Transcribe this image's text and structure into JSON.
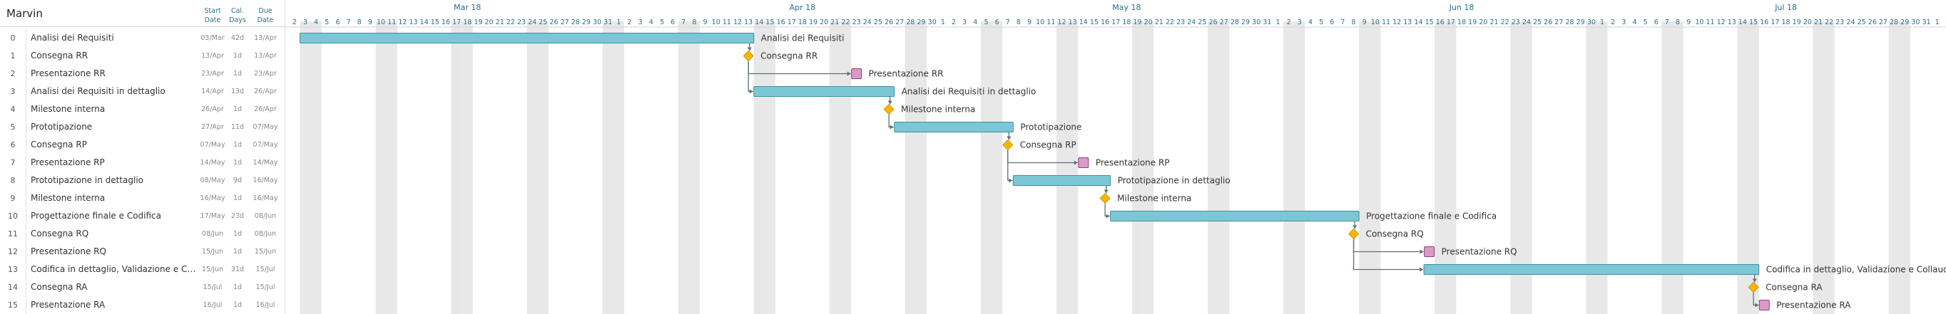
{
  "project": {
    "title": "Marvin"
  },
  "columns": {
    "start": [
      "Start",
      "Date"
    ],
    "days": [
      "Cal.",
      "Days"
    ],
    "due": [
      "Due",
      "Date"
    ]
  },
  "colors": {
    "task_bar": "#7cc7d6",
    "task_border": "#3f8ea1",
    "milestone": "#f7b500",
    "deliverable": "#d99ac7",
    "weekend": "#e8e8e8",
    "link": "#5f6f7a"
  },
  "timeline": {
    "months": [
      {
        "label": "Mar 18",
        "date": "2018-03-18"
      },
      {
        "label": "Apr 18",
        "date": "2018-04-18"
      },
      {
        "label": "May 18",
        "date": "2018-05-18"
      },
      {
        "label": "Jun 18",
        "date": "2018-06-18"
      },
      {
        "label": "Jul 18",
        "date": "2018-07-18"
      }
    ],
    "first_day": "2018-03-02",
    "last_day": "2018-08-03"
  },
  "tasks": [
    {
      "id": 0,
      "name": "Analisi dei Requisiti",
      "type": "task",
      "start": "2018-03-03",
      "end": "2018-04-13",
      "start_label": "03/Mar",
      "days": "42d",
      "due_label": "13/Apr"
    },
    {
      "id": 1,
      "name": "Consegna RR",
      "type": "milestone",
      "start": "2018-04-13",
      "end": "2018-04-13",
      "start_label": "13/Apr",
      "days": "1d",
      "due_label": "13/Apr",
      "after": 0
    },
    {
      "id": 2,
      "name": "Presentazione RR",
      "type": "deliverable",
      "start": "2018-04-23",
      "end": "2018-04-23",
      "start_label": "23/Apr",
      "days": "1d",
      "due_label": "23/Apr",
      "after": 1
    },
    {
      "id": 3,
      "name": "Analisi dei Requisiti in dettaglio",
      "type": "task",
      "start": "2018-04-14",
      "end": "2018-04-26",
      "start_label": "14/Apr",
      "days": "13d",
      "due_label": "26/Apr",
      "after": 1
    },
    {
      "id": 4,
      "name": "Milestone interna",
      "type": "milestone",
      "start": "2018-04-26",
      "end": "2018-04-26",
      "start_label": "26/Apr",
      "days": "1d",
      "due_label": "26/Apr",
      "after": 3
    },
    {
      "id": 5,
      "name": "Prototipazione",
      "type": "task",
      "start": "2018-04-27",
      "end": "2018-05-07",
      "start_label": "27/Apr",
      "days": "11d",
      "due_label": "07/May",
      "after": 4
    },
    {
      "id": 6,
      "name": "Consegna RP",
      "type": "milestone",
      "start": "2018-05-07",
      "end": "2018-05-07",
      "start_label": "07/May",
      "days": "1d",
      "due_label": "07/May",
      "after": 5
    },
    {
      "id": 7,
      "name": "Presentazione RP",
      "type": "deliverable",
      "start": "2018-05-14",
      "end": "2018-05-14",
      "start_label": "14/May",
      "days": "1d",
      "due_label": "14/May",
      "after": 6
    },
    {
      "id": 8,
      "name": "Prototipazione in dettaglio",
      "type": "task",
      "start": "2018-05-08",
      "end": "2018-05-16",
      "start_label": "08/May",
      "days": "9d",
      "due_label": "16/May",
      "after": 6
    },
    {
      "id": 9,
      "name": "Milestone interna",
      "type": "milestone",
      "start": "2018-05-16",
      "end": "2018-05-16",
      "start_label": "16/May",
      "days": "1d",
      "due_label": "16/May",
      "after": 8
    },
    {
      "id": 10,
      "name": "Progettazione finale e Codifica",
      "type": "task",
      "start": "2018-05-17",
      "end": "2018-06-08",
      "start_label": "17/May",
      "days": "23d",
      "due_label": "08/Jun",
      "after": 9
    },
    {
      "id": 11,
      "name": "Consegna RQ",
      "type": "milestone",
      "start": "2018-06-08",
      "end": "2018-06-08",
      "start_label": "08/Jun",
      "days": "1d",
      "due_label": "08/Jun",
      "after": 10
    },
    {
      "id": 12,
      "name": "Presentazione RQ",
      "type": "deliverable",
      "start": "2018-06-15",
      "end": "2018-06-15",
      "start_label": "15/Jun",
      "days": "1d",
      "due_label": "15/Jun",
      "after": 11
    },
    {
      "id": 13,
      "name": "Codifica in dettaglio, Validazione e Collaudo",
      "type": "task",
      "start": "2018-06-15",
      "end": "2018-07-15",
      "start_label": "15/Jun",
      "days": "31d",
      "due_label": "15/Jul",
      "after": 11
    },
    {
      "id": 14,
      "name": "Consegna RA",
      "type": "milestone",
      "start": "2018-07-15",
      "end": "2018-07-15",
      "start_label": "15/Jul",
      "days": "1d",
      "due_label": "15/Jul",
      "after": 13
    },
    {
      "id": 15,
      "name": "Presentazione RA",
      "type": "deliverable",
      "start": "2018-07-16",
      "end": "2018-07-16",
      "start_label": "16/Jul",
      "days": "1d",
      "due_label": "16/Jul",
      "after": 14
    }
  ]
}
